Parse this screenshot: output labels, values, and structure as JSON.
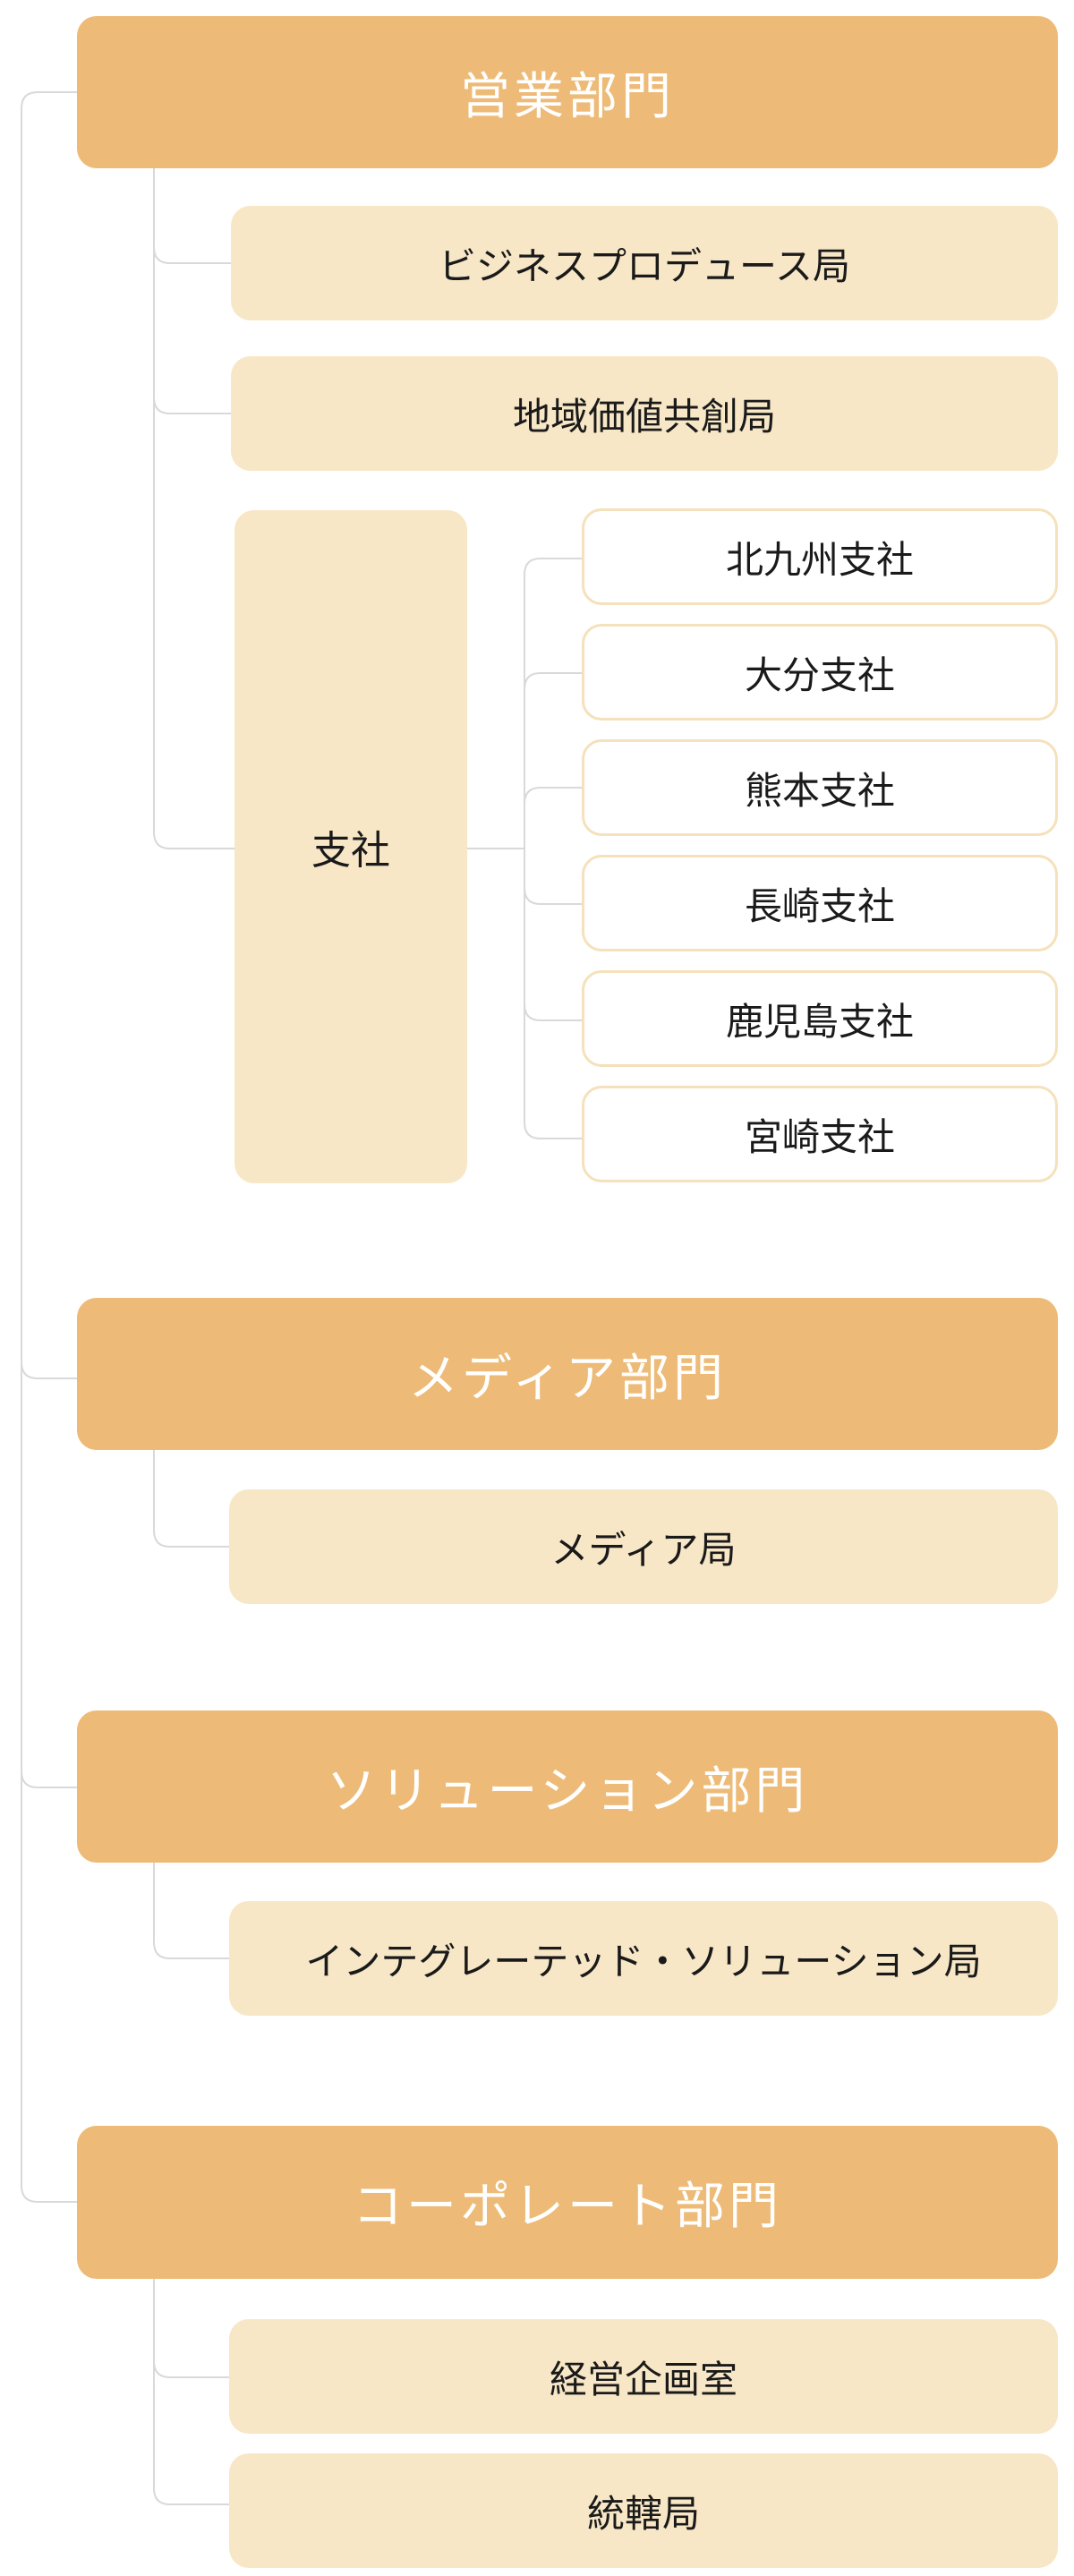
{
  "divisions": [
    {
      "label": "営業部門",
      "bureaus": [
        "ビジネスプロデュース局",
        "地域価値共創局"
      ],
      "branch_group": {
        "label": "支社",
        "branches": [
          "北九州支社",
          "大分支社",
          "熊本支社",
          "長崎支社",
          "鹿児島支社",
          "宮崎支社"
        ]
      }
    },
    {
      "label": "メディア部門",
      "bureaus": [
        "メディア局"
      ]
    },
    {
      "label": "ソリューション部門",
      "bureaus": [
        "インテグレーテッド・ソリューション局"
      ]
    },
    {
      "label": "コーポレート部門",
      "bureaus": [
        "経営企画室",
        "統轄局"
      ]
    }
  ],
  "colors": {
    "division_fill": "#EDBB77",
    "bureau_fill": "#F7E7C6",
    "branch_border": "#F5E1BB",
    "connector": "#D9D9D9"
  }
}
